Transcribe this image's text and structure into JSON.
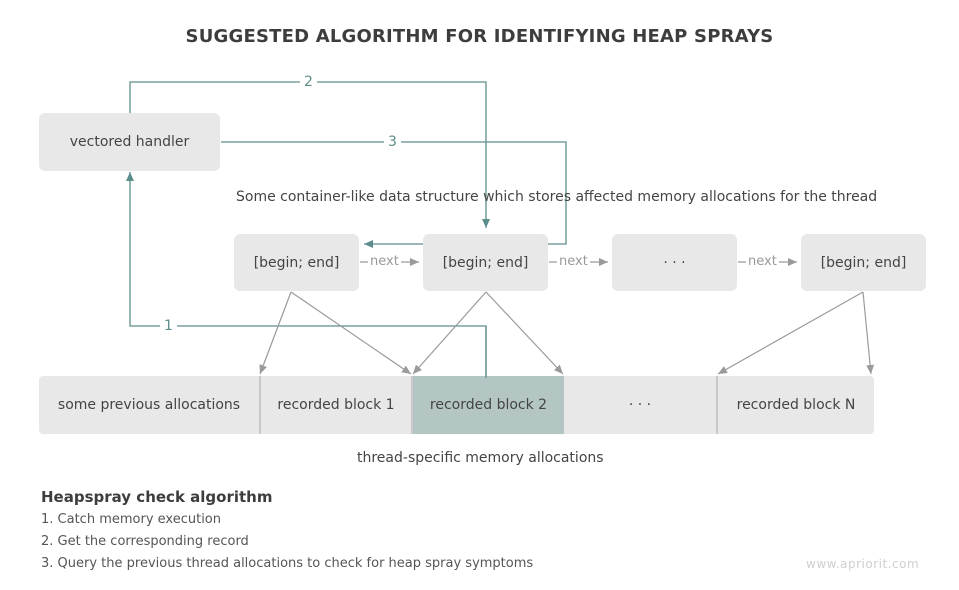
{
  "title": "SUGGESTED ALGORITHM FOR IDENTIFYING HEAP SPRAYS",
  "vectored_handler": "vectored handler",
  "container_caption": "Some container-like data structure which stores affected memory allocations for the thread",
  "records": [
    "[begin; end]",
    "[begin; end]",
    "· · ·",
    "[begin; end]"
  ],
  "next_label": "next",
  "step_numbers": [
    "1",
    "2",
    "3"
  ],
  "allocations": [
    "some previous allocations",
    "recorded block 1",
    "recorded block 2",
    "· · ·",
    "recorded block N"
  ],
  "allocations_caption": "thread-specific memory allocations",
  "algorithm": {
    "title": "Heapspray check algorithm",
    "steps": [
      "1.  Catch memory execution",
      "2. Get the corresponding record",
      "3. Query the previous thread allocations to check for heap spray symptoms"
    ]
  },
  "watermark": "www.apriorit.com",
  "colors": {
    "teal": "#5e8e8c",
    "gray_arrow": "#9a9a9a",
    "box": "#e8e8e8",
    "highlight": "#b4c6c4"
  }
}
